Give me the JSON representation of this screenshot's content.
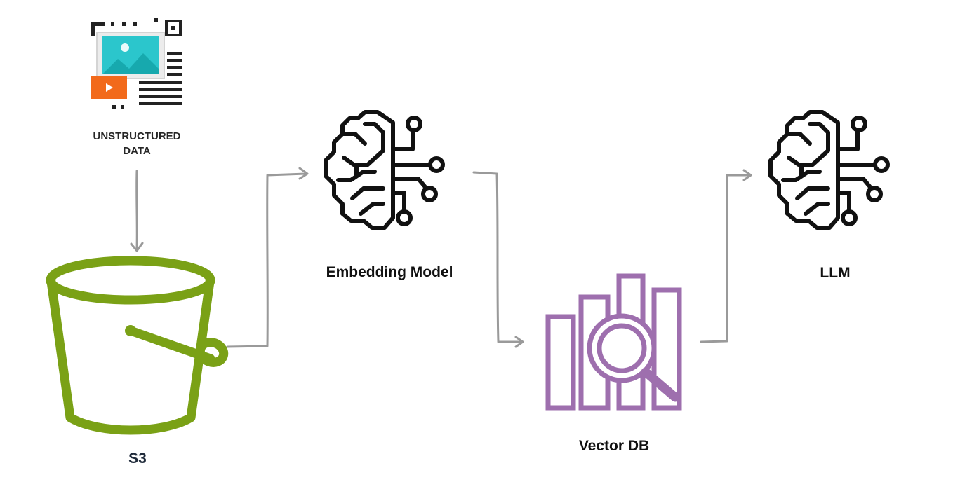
{
  "diagram": {
    "nodes": {
      "unstructured": {
        "line1": "UNSTRUCTURED",
        "line2": "DATA",
        "icon": "documents-media-icon"
      },
      "s3": {
        "label": "S3",
        "icon": "s3-bucket-icon"
      },
      "embedding": {
        "label": "Embedding Model",
        "icon": "brain-circuit-icon"
      },
      "vectordb": {
        "label": "Vector DB",
        "icon": "vector-db-search-icon"
      },
      "llm": {
        "label": "LLM",
        "icon": "brain-circuit-icon"
      }
    },
    "edges": [
      {
        "from": "unstructured",
        "to": "s3"
      },
      {
        "from": "s3",
        "to": "embedding"
      },
      {
        "from": "embedding",
        "to": "vectordb"
      },
      {
        "from": "vectordb",
        "to": "llm"
      }
    ],
    "colors": {
      "bucket": "#7AA116",
      "vector_db": "#9E6FAE",
      "brain": "#111111",
      "arrow": "#9A9A9A",
      "image_tile": "#2BC6CC",
      "video_tile": "#F26A1B"
    }
  }
}
